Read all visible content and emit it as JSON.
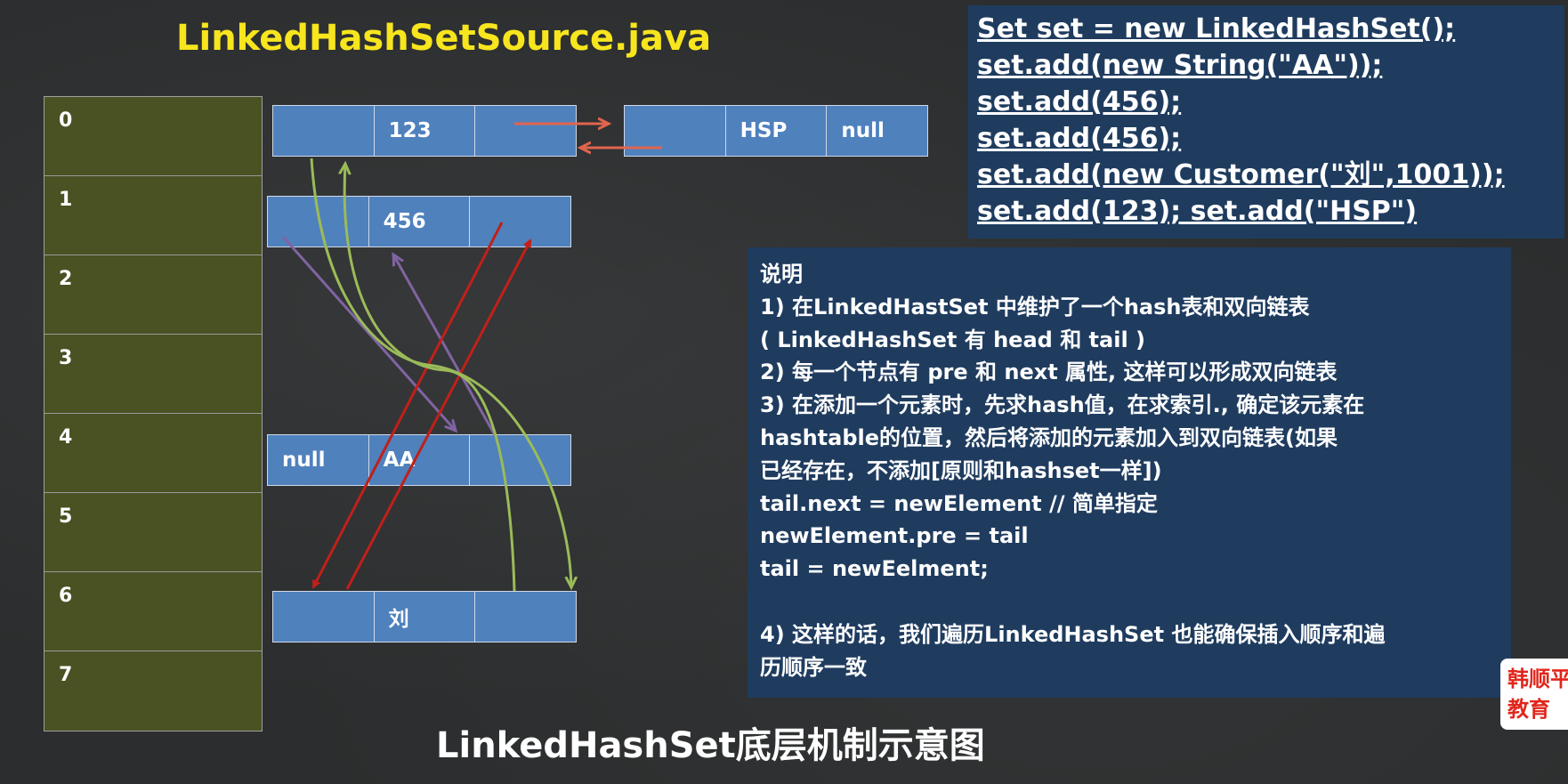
{
  "title": "LinkedHashSetSource.java",
  "caption": "LinkedHashSet底层机制示意图",
  "table": {
    "slots": [
      "0",
      "1",
      "2",
      "3",
      "4",
      "5",
      "6",
      "7"
    ]
  },
  "nodes": [
    {
      "id": "node-123",
      "cells": [
        "",
        "123",
        ""
      ]
    },
    {
      "id": "node-hsp",
      "cells": [
        "",
        "HSP",
        "null"
      ]
    },
    {
      "id": "node-456",
      "cells": [
        "",
        "456",
        ""
      ]
    },
    {
      "id": "node-aa",
      "cells": [
        "null",
        "AA",
        ""
      ]
    },
    {
      "id": "node-liu",
      "cells": [
        "",
        "刘",
        ""
      ]
    }
  ],
  "code": [
    "Set set = new LinkedHashSet();",
    "set.add(new String(\"AA\"));",
    "set.add(456);",
    "set.add(456);",
    "set.add(new Customer(\"刘\",1001));",
    "set.add(123); set.add(\"HSP\")"
  ],
  "notes": [
    "说明",
    "1)  在LinkedHastSet 中维护了一个hash表和双向链表",
    "      ( LinkedHashSet 有 head 和 tail )",
    "2)  每一个节点有 pre 和 next 属性, 这样可以形成双向链表",
    "3)  在添加一个元素时，先求hash值，在求索引., 确定该元素在",
    "      hashtable的位置，然后将添加的元素加入到双向链表(如果",
    "      已经存在，不添加[原则和hashset一样])",
    "tail.next = newElement // 简单指定",
    "newElement.pre = tail",
    "tail = newEelment;",
    "",
    "4)  这样的话，我们遍历LinkedHashSet 也能确保插入顺序和遍",
    "      历顺序一致"
  ],
  "badge": [
    "韩顺平",
    "教育"
  ],
  "colors": {
    "title": "#f7e51e",
    "table_slot": "#4a5123",
    "node_cell": "#4f81bd",
    "panel": "#1f3c5f",
    "arrow_red": "#c0201a",
    "arrow_green": "#9bbb59",
    "arrow_purple": "#8064a2",
    "arrow_salmon": "#e0654e"
  }
}
